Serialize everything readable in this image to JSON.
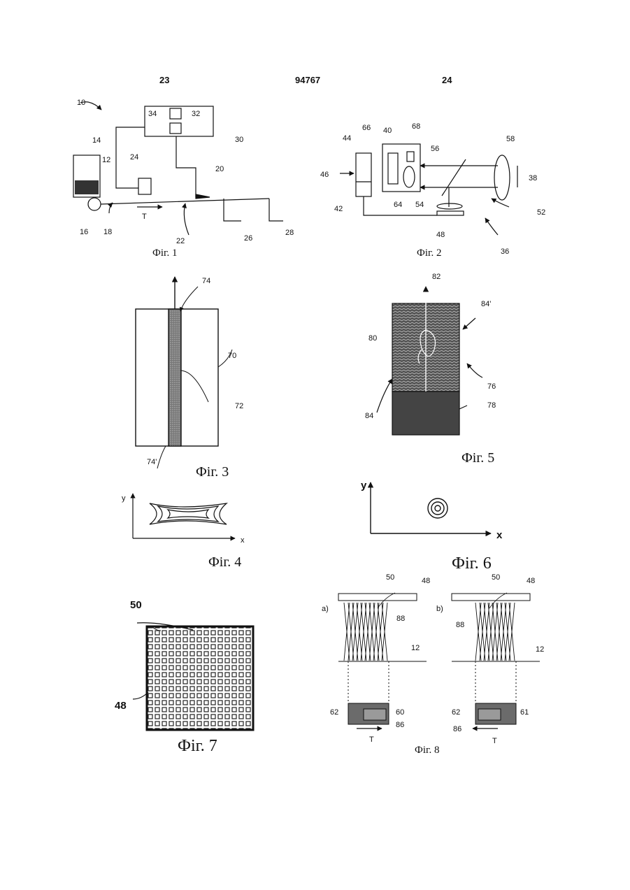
{
  "header": {
    "left_page": "23",
    "patent_number": "94767",
    "right_page": "24"
  },
  "fig1": {
    "caption": "Фіг. 1",
    "labels": [
      "10",
      "14",
      "12",
      "16",
      "18",
      "24",
      "34",
      "32",
      "30",
      "20",
      "22",
      "26",
      "28"
    ],
    "arrow_label": "T"
  },
  "fig2": {
    "caption": "Фіг. 2",
    "labels": [
      "66",
      "40",
      "68",
      "44",
      "46",
      "42",
      "56",
      "58",
      "38",
      "54",
      "52",
      "64",
      "48",
      "36"
    ]
  },
  "fig3": {
    "caption": "Фіг. 3",
    "labels": [
      "74",
      "70",
      "72",
      "74'"
    ]
  },
  "fig4": {
    "caption": "Фіг. 4",
    "axis_y": "y",
    "axis_x": "x"
  },
  "fig5": {
    "caption": "Фіг. 5",
    "labels": [
      "82",
      "84'",
      "80",
      "76",
      "84",
      "78"
    ]
  },
  "fig6": {
    "caption": "Фіг. 6",
    "axis_y": "y",
    "axis_x": "x"
  },
  "fig7": {
    "caption": "Фіг. 7",
    "labels": [
      "50",
      "48"
    ]
  },
  "fig8": {
    "caption": "Фіг. 8",
    "panel_a": {
      "tag": "a)",
      "labels": [
        "50",
        "48",
        "88",
        "12",
        "62",
        "60",
        "86"
      ],
      "arrow_label": "T"
    },
    "panel_b": {
      "tag": "b)",
      "labels": [
        "50",
        "48",
        "88",
        "12",
        "62",
        "61",
        "86"
      ],
      "arrow_label": "T"
    }
  }
}
